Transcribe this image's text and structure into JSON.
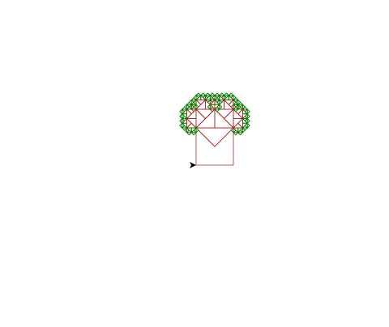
{
  "drawing": {
    "subject": "pythagoras-tree",
    "recursion_depth": 7,
    "branch_angle_deg": 45,
    "colors": {
      "background": "#ffffff",
      "trunk_stroke": "#a52a2a",
      "leaf_stroke": "#008000",
      "cursor_fill": "#000000"
    }
  },
  "cursor": {
    "icon": "turtle-arrow-icon",
    "heading": "right"
  }
}
